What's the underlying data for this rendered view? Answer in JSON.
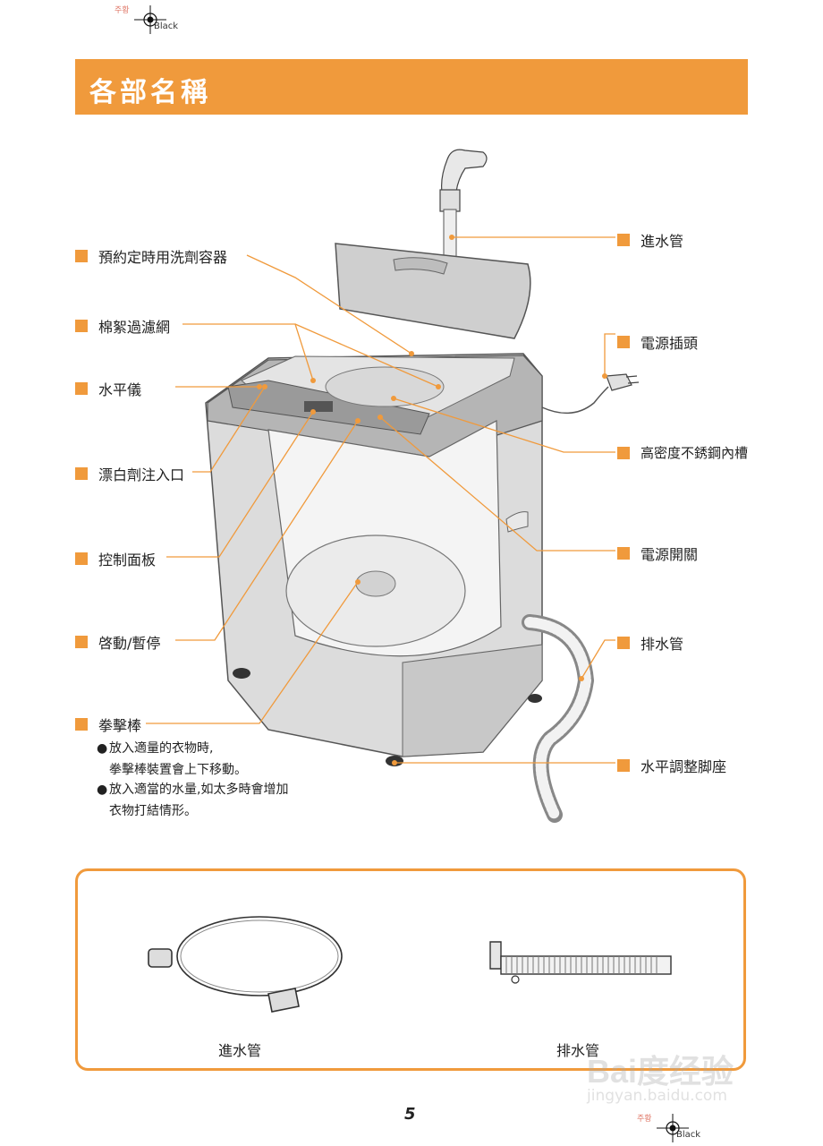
{
  "registration": {
    "top": {
      "korean": "주황",
      "color": "Black"
    },
    "bottom": {
      "korean": "주황",
      "color": "Black"
    }
  },
  "page_title": "各部名稱",
  "left_labels": [
    "預約定時用洗劑容器",
    "棉絮過濾網",
    "水平儀",
    "漂白劑注入口",
    "控制面板",
    "啓動/暫停",
    "拳擊棒"
  ],
  "right_labels": [
    "進水管",
    "電源插頭",
    "高密度不銹鋼內槽",
    "電源開關",
    "排水管",
    "水平調整脚座"
  ],
  "notes": [
    {
      "bullet": "●",
      "lines": [
        "放入適量的衣物時,",
        "拳擊棒裝置會上下移動。"
      ]
    },
    {
      "bullet": "●",
      "lines": [
        "放入適當的水量,如太多時會增加",
        "衣物打結情形。"
      ]
    }
  ],
  "accessories": [
    "進水管",
    "排水管"
  ],
  "page_number": "5",
  "watermark": {
    "brand": "Bai度经验",
    "url": "jingyan.baidu.com"
  },
  "colors": {
    "accent": "#f09a3c",
    "leader": "#f09a3c"
  }
}
